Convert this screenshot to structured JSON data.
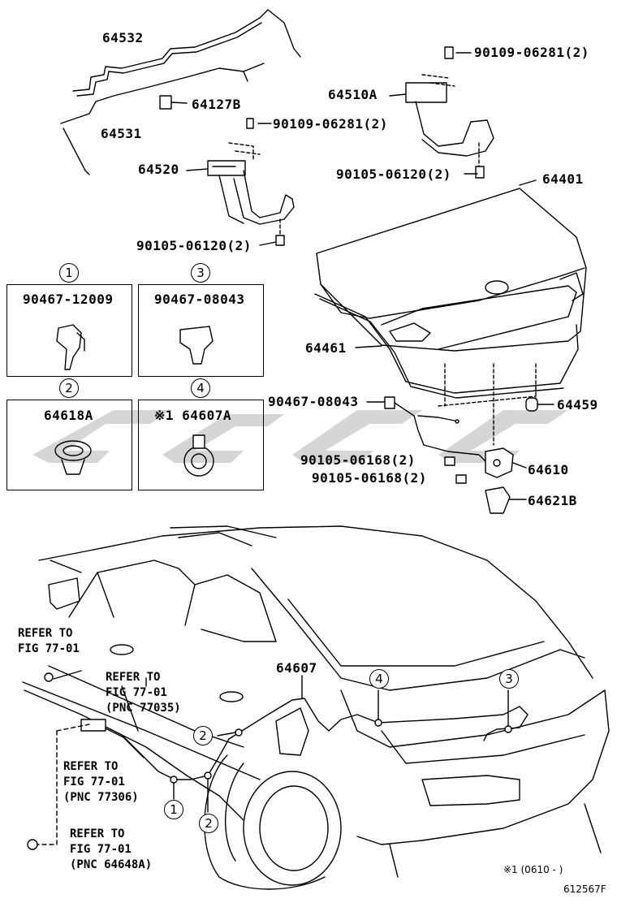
{
  "parts": {
    "p64532": "64532",
    "p64531": "64531",
    "p64127B": "64127B",
    "p64520": "64520",
    "bolt_upper_left": "90109-06281(2)",
    "bolt_lower_left": "90105-06120(2)",
    "p64510A": "64510A",
    "bolt_upper_right": "90109-06281(2)",
    "bolt_lower_right": "90105-06120(2)",
    "p64401": "64401",
    "p64461": "64461",
    "p64459": "64459",
    "clip_90467_08043": "90467-08043",
    "bolt_06168_a": "90105-06168(2)",
    "bolt_06168_b": "90105-06168(2)",
    "p64610": "64610",
    "p64621B": "64621B",
    "p64607": "64607"
  },
  "detail_boxes": [
    {
      "num": "1",
      "part": "90467-12009"
    },
    {
      "num": "3",
      "part": "90467-08043"
    },
    {
      "num": "2",
      "part": "64618A"
    },
    {
      "num": "4",
      "part": "※1 64607A"
    }
  ],
  "callouts": {
    "c1": "1",
    "c2a": "2",
    "c2b": "2",
    "c3": "3",
    "c4": "4"
  },
  "refers": {
    "r1_line1": "REFER TO",
    "r1_line2": "FIG 77-01",
    "r2_line1": "REFER TO",
    "r2_line2": "FIG 77-01",
    "r2_line3": "(PNC 77035)",
    "r3_line1": "REFER TO",
    "r3_line2": "FIG 77-01",
    "r3_line3": "(PNC 77306)",
    "r4_line1": "REFER TO",
    "r4_line2": "FIG 77-01",
    "r4_line3": "(PNC 64648A)"
  },
  "footnote": "※1 (0610 -      )",
  "figure_id": "612567F"
}
